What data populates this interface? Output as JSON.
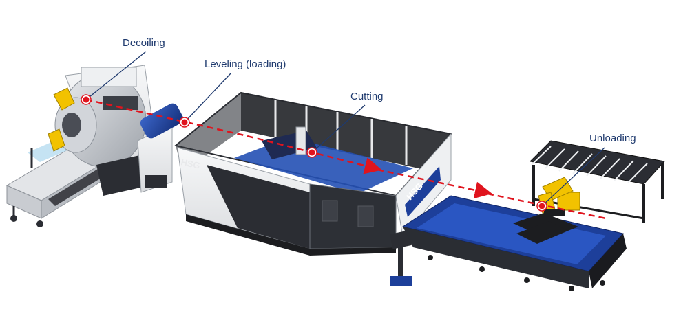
{
  "labels": {
    "decoiling": "Decoiling",
    "leveling": "Leveling (loading)",
    "cutting": "Cutting",
    "unloading": "Unloading"
  },
  "brand": {
    "logo_text": "HSG"
  },
  "colors": {
    "label_text": "#1f3a6e",
    "leader_line": "#1f3a6e",
    "flow_arrow": "#e0141e",
    "machine_body": "#f1f2f4",
    "machine_dark": "#2b2d33",
    "table_blue": "#1d3f9a",
    "robot_yellow": "#f2c200",
    "frame_dark": "#1c1d20"
  },
  "icons": {
    "flow": "dashed-red-arrow",
    "station_marker": "red-dot-marker"
  }
}
